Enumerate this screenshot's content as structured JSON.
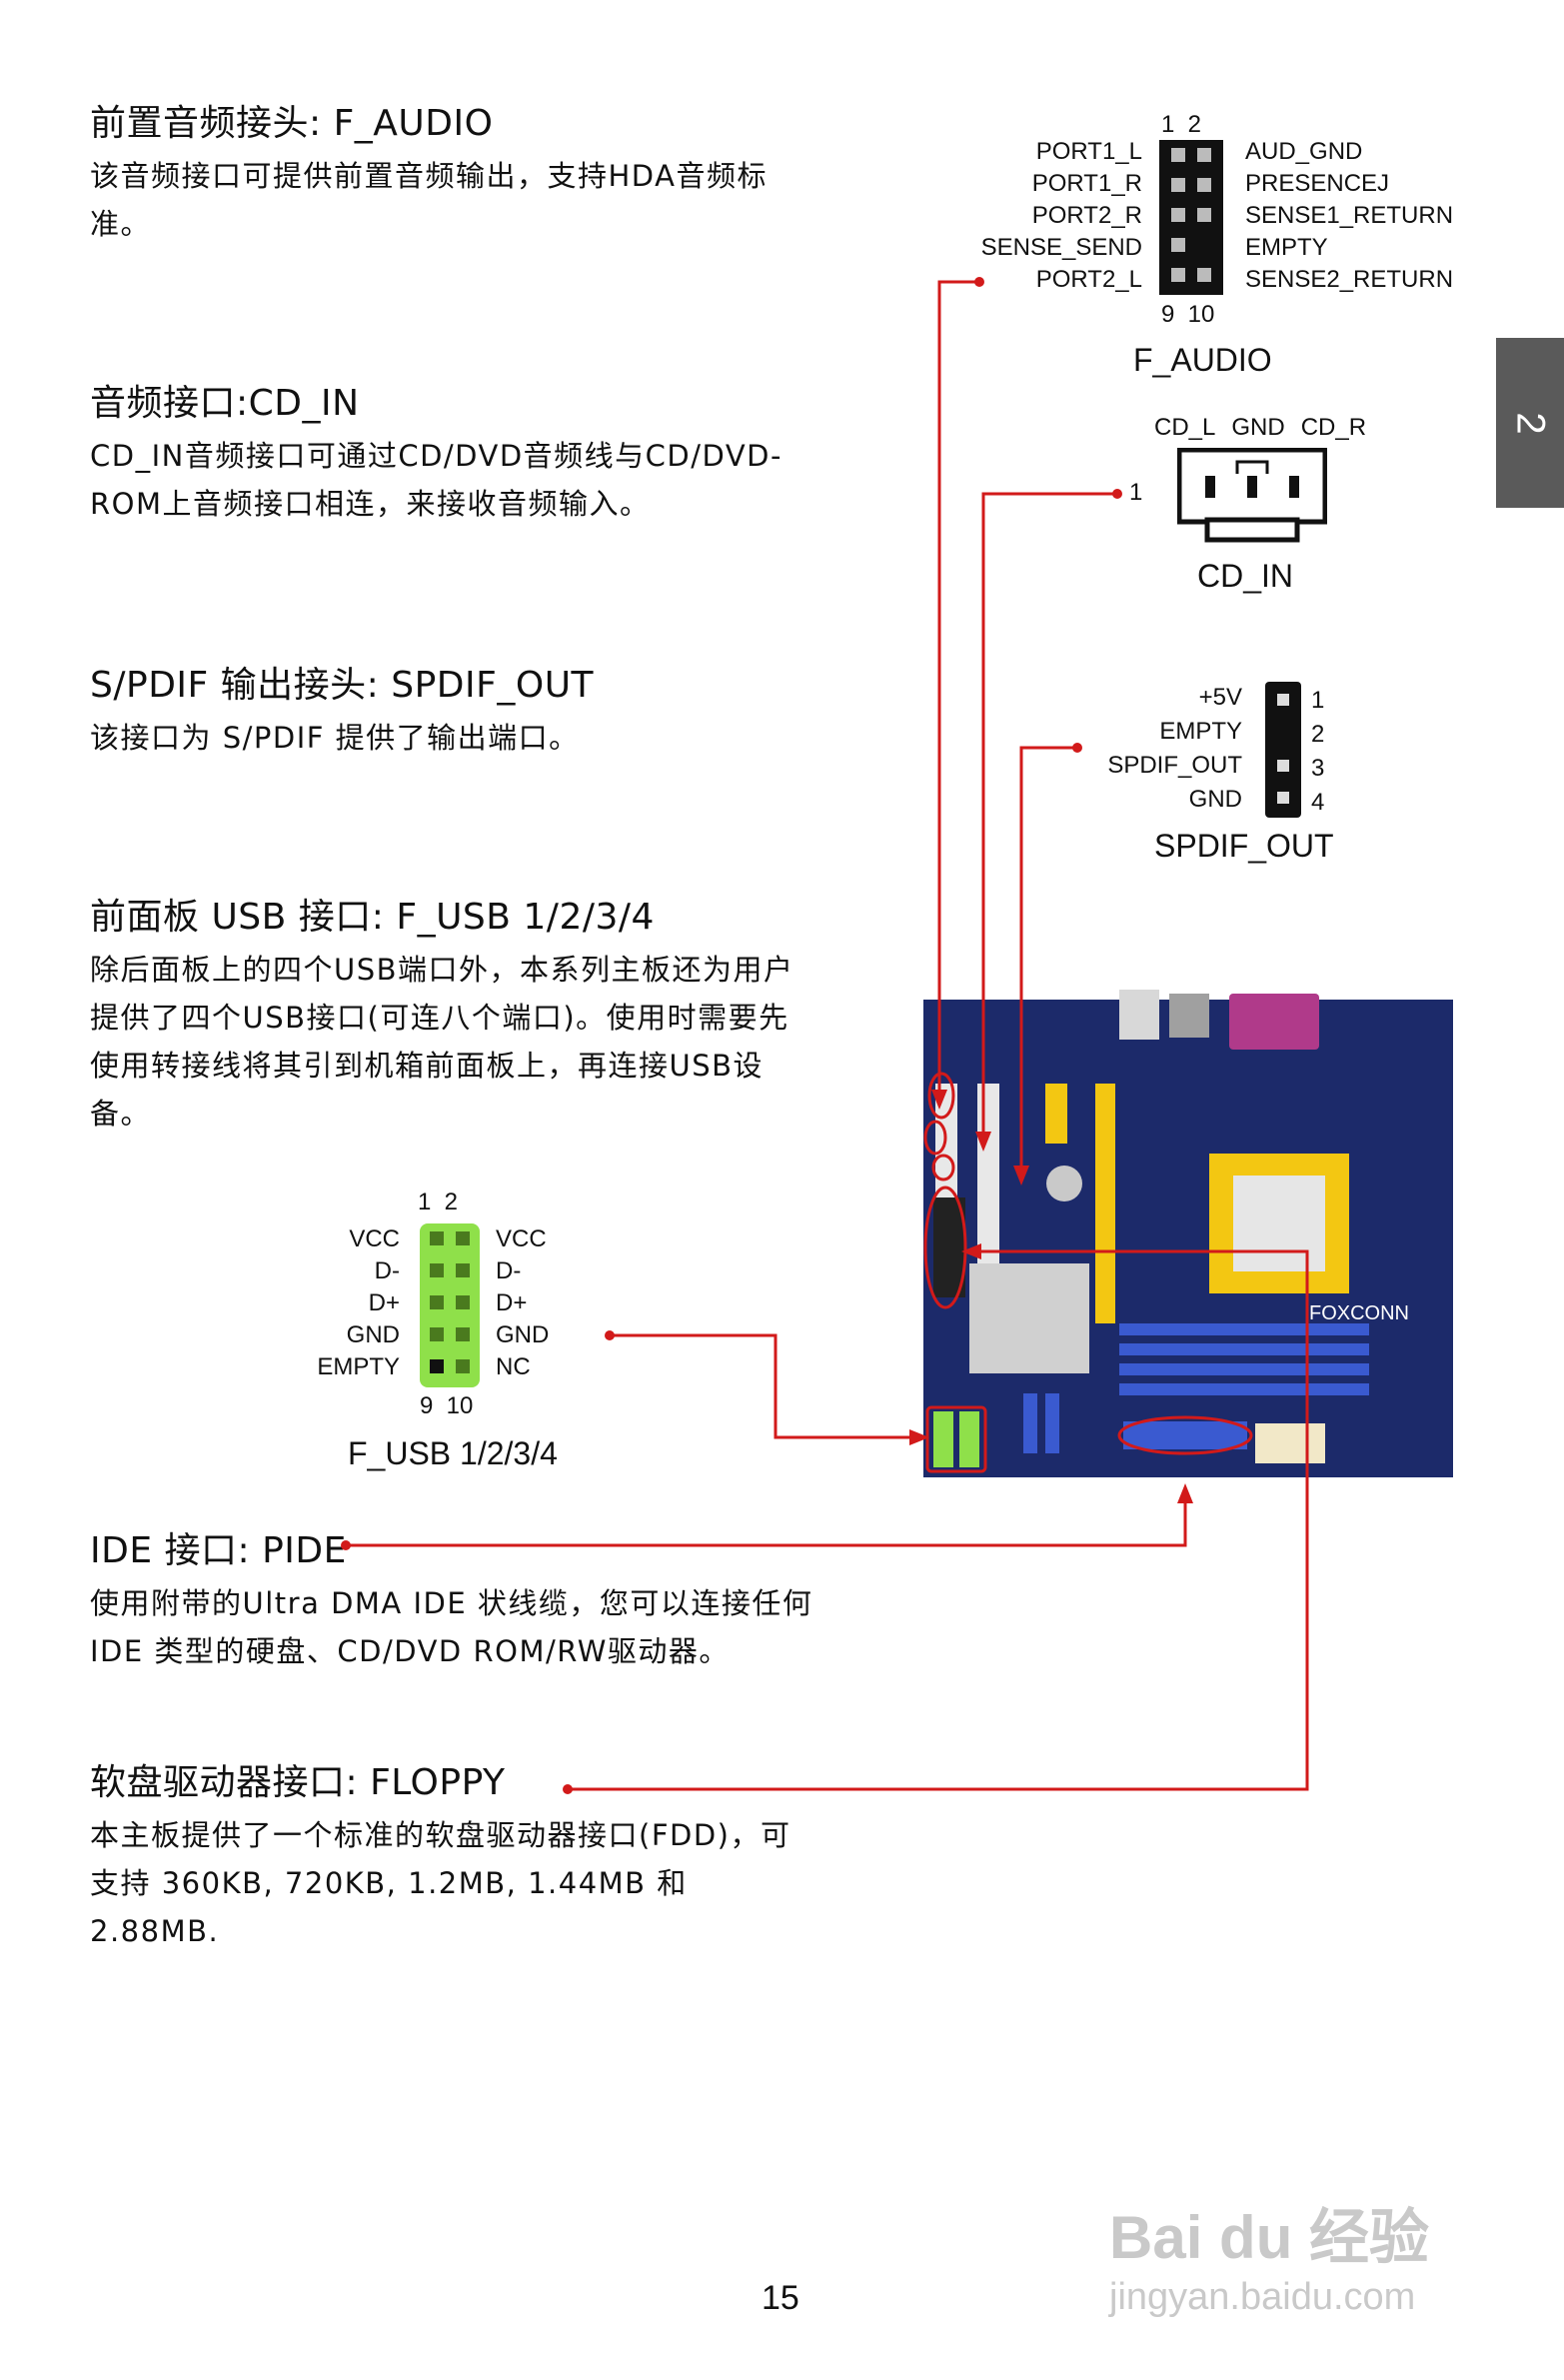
{
  "sections": [
    {
      "id": "faudio",
      "title": "前置音频接头: F_AUDIO",
      "body": "该音频接口可提供前置音频输出，支持HDA音频标准。"
    },
    {
      "id": "cdin",
      "title": "音频接口:CD_IN",
      "body": "CD_IN音频接口可通过CD/DVD音频线与CD/DVD-ROM上音频接口相连，来接收音频输入。"
    },
    {
      "id": "spdif",
      "title": "S/PDIF 输出接头: SPDIF_OUT",
      "body": "该接口为 S/PDIF 提供了输出端口。"
    },
    {
      "id": "fusb",
      "title": "前面板 USB 接口: F_USB 1/2/3/4",
      "body": "除后面板上的四个USB端口外，本系列主板还为用户提供了四个USB接口(可连八个端口)。使用时需要先使用转接线将其引到机箱前面板上，再连接USB设备。"
    },
    {
      "id": "pide",
      "title": "IDE 接口: PIDE",
      "body": "使用附带的Ultra DMA IDE 状线缆，您可以连接任何IDE 类型的硬盘、CD/DVD ROM/RW驱动器。"
    },
    {
      "id": "floppy",
      "title": "软盘驱动器接口: FLOPPY",
      "body": "本主板提供了一个标准的软盘驱动器接口(FDD)，可支持 360KB, 720KB, 1.2MB, 1.44MB 和 2.88MB."
    }
  ],
  "faudio": {
    "caption": "F_AUDIO",
    "top_nums": "1  2",
    "bottom_nums": "9  10",
    "left_pins": [
      "PORT1_L",
      "PORT1_R",
      "PORT2_R",
      "SENSE_SEND",
      "PORT2_L"
    ],
    "right_pins": [
      "AUD_GND",
      "PRESENCEJ",
      "SENSE1_RETURN",
      "EMPTY",
      "SENSE2_RETURN"
    ]
  },
  "cdin": {
    "caption": "CD_IN",
    "pins": [
      "CD_L",
      "GND",
      "CD_R"
    ],
    "pin1": "1"
  },
  "spdif": {
    "caption": "SPDIF_OUT",
    "pins": [
      "+5V",
      "EMPTY",
      "SPDIF_OUT",
      "GND"
    ],
    "nums": [
      "1",
      "2",
      "3",
      "4"
    ]
  },
  "fusb": {
    "caption": "F_USB 1/2/3/4",
    "top_nums": "1  2",
    "bottom_nums": "9  10",
    "left_pins": [
      "VCC",
      "D-",
      "D+",
      "GND",
      "EMPTY"
    ],
    "right_pins": [
      "VCC",
      "D-",
      "D+",
      "GND",
      "NC"
    ]
  },
  "board": {
    "brand": "FOXCONN"
  },
  "side_tab": "2",
  "page_number": "15",
  "watermark": {
    "logo": "Bai du 经验",
    "url": "jingyan.baidu.com"
  },
  "colors": {
    "accent_red": "#d21a1a",
    "tab_gray": "#5a5a5a",
    "usb_green": "#8fe04a",
    "board_blue": "#1c2a6a",
    "socket_yellow": "#f3c712"
  }
}
